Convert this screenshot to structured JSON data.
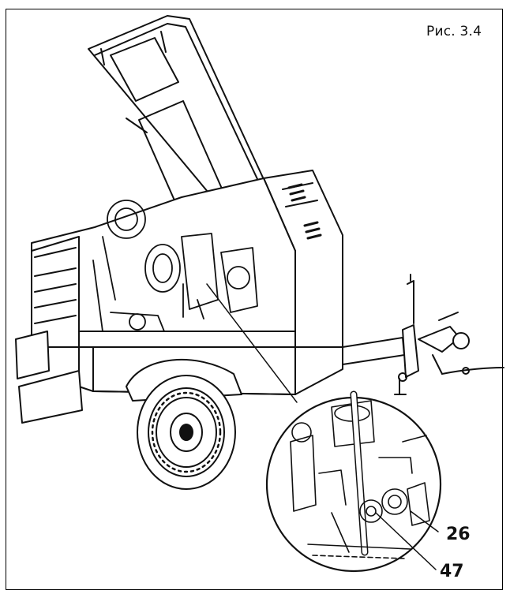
{
  "figure": {
    "label": "Рис. 3.4"
  },
  "callouts": [
    {
      "number": "26"
    },
    {
      "number": "47"
    }
  ],
  "colors": {
    "line": "#111111",
    "background": "#ffffff"
  }
}
